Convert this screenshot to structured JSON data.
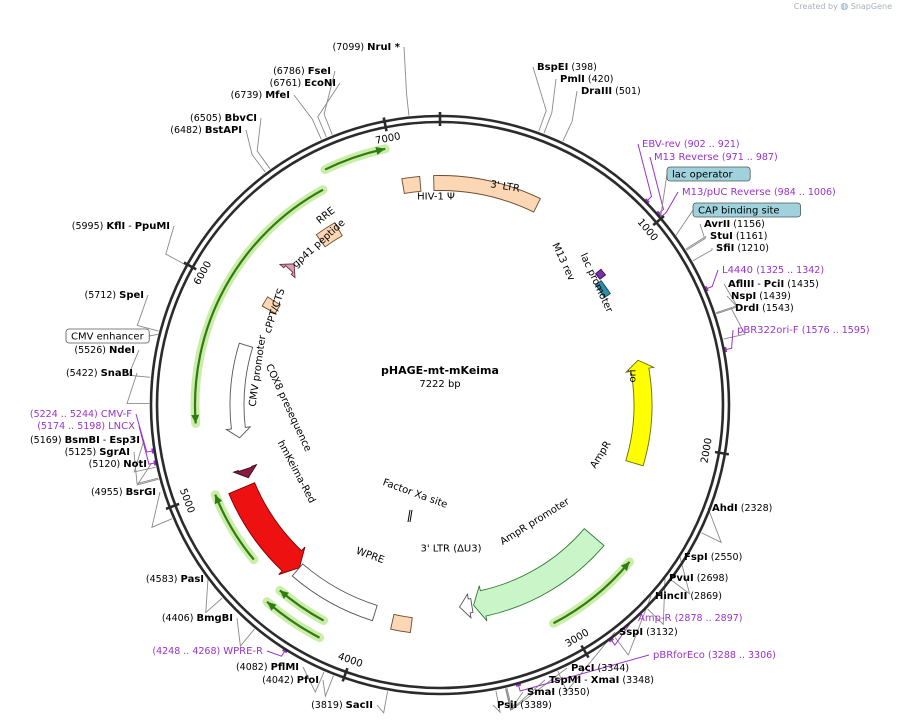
{
  "brand": {
    "created_by": "Created by",
    "name": "SnapGene"
  },
  "plasmid": {
    "name": "pHAGE-mt-mKeima",
    "length": "7222 bp",
    "total_bp": 7222
  },
  "ticks": [
    "1000",
    "2000",
    "3000",
    "4000",
    "5000",
    "6000",
    "7000"
  ],
  "enzymes": [
    {
      "name": "NruI *",
      "pos": "(7099)"
    },
    {
      "name": "BspEI",
      "pos": "(398)"
    },
    {
      "name": "PmlI",
      "pos": "(420)"
    },
    {
      "name": "DraIII",
      "pos": "(501)"
    },
    {
      "name": "FseI",
      "pos": "(6786)"
    },
    {
      "name": "EcoNI",
      "pos": "(6761)"
    },
    {
      "name": "MfeI",
      "pos": "(6739)"
    },
    {
      "name": "BbvCI",
      "pos": "(6505)"
    },
    {
      "name": "BstAPI",
      "pos": "(6482)"
    },
    {
      "name": "KflI",
      "name2": "PpuMI",
      "pos": "(5995)"
    },
    {
      "name": "SpeI",
      "pos": "(5712)"
    },
    {
      "name": "NdeI",
      "pos": "(5526)"
    },
    {
      "name": "SnaBI",
      "pos": "(5422)"
    },
    {
      "name": "BsmBI",
      "name2": "Esp3I",
      "pos": "(5169)"
    },
    {
      "name": "SgrAI",
      "pos": "(5125)"
    },
    {
      "name": "NotI",
      "pos": "(5120)"
    },
    {
      "name": "BsrGI",
      "pos": "(4955)"
    },
    {
      "name": "PasI",
      "pos": "(4583)"
    },
    {
      "name": "BmgBI",
      "pos": "(4406)"
    },
    {
      "name": "PflMI",
      "pos": "(4082)"
    },
    {
      "name": "PfoI",
      "pos": "(4042)"
    },
    {
      "name": "SacII",
      "pos": "(3819)"
    },
    {
      "name": "PsiI",
      "pos": "(3389)"
    },
    {
      "name": "SmaI",
      "pos": "(3350)"
    },
    {
      "name": "TspMI",
      "name2": "XmaI",
      "pos": "(3348)"
    },
    {
      "name": "PacI",
      "pos": "(3344)"
    },
    {
      "name": "SspI",
      "pos": "(3132)"
    },
    {
      "name": "HincII",
      "pos": "(2869)"
    },
    {
      "name": "PvuI",
      "pos": "(2698)"
    },
    {
      "name": "FspI",
      "pos": "(2550)"
    },
    {
      "name": "AhdI",
      "pos": "(2328)"
    },
    {
      "name": "AvrII",
      "pos": "(1156)"
    },
    {
      "name": "StuI",
      "pos": "(1161)"
    },
    {
      "name": "SfiI",
      "pos": "(1210)"
    },
    {
      "name": "AflIII",
      "name2": "PciI",
      "pos": "(1435)"
    },
    {
      "name": "NspI",
      "pos": "(1439)"
    },
    {
      "name": "DrdI",
      "pos": "(1543)"
    }
  ],
  "primers": [
    {
      "name": "EBV-rev",
      "range": "(902 .. 921)"
    },
    {
      "name": "M13 Reverse",
      "range": "(971 .. 987)"
    },
    {
      "name": "M13/pUC Reverse",
      "range": "(984 .. 1006)"
    },
    {
      "name": "L4440",
      "range": "(1325 .. 1342)"
    },
    {
      "name": "pBR322ori-F",
      "range": "(1576 .. 1595)"
    },
    {
      "name": "Amp-R",
      "range": "(2878 .. 2897)"
    },
    {
      "name": "pBRforEco",
      "range": "(3288 .. 3306)"
    },
    {
      "name": "WPRE-R",
      "range": "(4248 .. 4268)"
    },
    {
      "name": "CMV-F",
      "range": "(5224 .. 5244)"
    },
    {
      "name": "LNCX",
      "range": "(5174 .. 5198)"
    }
  ],
  "boxed_features": [
    {
      "name": "lac operator"
    },
    {
      "name": "CAP binding site"
    },
    {
      "name": "CMV enhancer"
    }
  ],
  "features": [
    {
      "name": "HIV-1 Ψ"
    },
    {
      "name": "3' LTR"
    },
    {
      "name": "RRE"
    },
    {
      "name": "gp41 peptide"
    },
    {
      "name": "cPPT/CTS"
    },
    {
      "name": "CMV promoter"
    },
    {
      "name": "COX8 presequence"
    },
    {
      "name": "hmKeima-Red"
    },
    {
      "name": "WPRE"
    },
    {
      "name": "3' LTR (ΔU3)"
    },
    {
      "name": "Factor Xa site"
    },
    {
      "name": "AmpR promoter"
    },
    {
      "name": "AmpR"
    },
    {
      "name": "ori"
    },
    {
      "name": "M13 rev"
    },
    {
      "name": "lac promoter"
    }
  ],
  "colors": {
    "backbone": "#2b2b2b",
    "enzyme_line": "#8a8a8a",
    "primer": "#9933cc",
    "boxed_feature_fill": "#9fd2dc",
    "ltr_fill": "#fbd7b5",
    "green_arrow": "#2e7d10",
    "green_glow": "#c7eba0",
    "keima_red": "#ee1111",
    "ori_yellow": "#ffff00",
    "ampr_fill": "#c9f5c9",
    "cox8": "#8b1a3f",
    "gp41": "#d8a0b0",
    "lac_promoter": "#2f8fa8"
  }
}
